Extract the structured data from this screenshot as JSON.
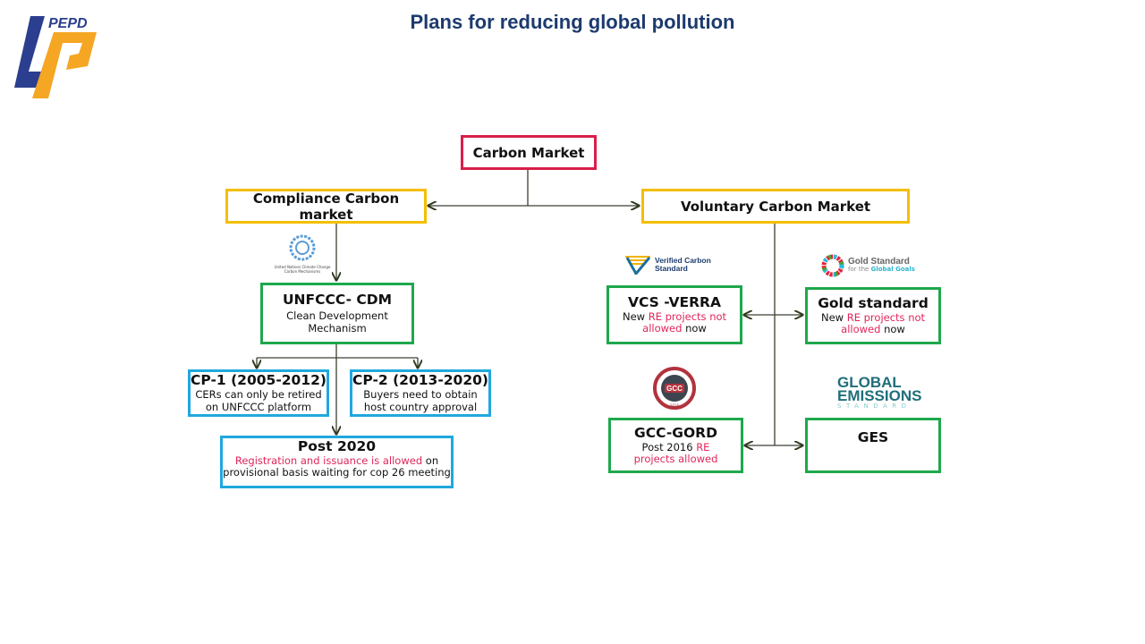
{
  "title": "Plans for reducing global pollution",
  "logo": {
    "text": "PEPD",
    "colors": {
      "blue": "#2b3e8f",
      "orange": "#f5a623"
    }
  },
  "colors": {
    "red": "#d81f48",
    "yellow": "#f5be00",
    "green": "#1ea84c",
    "blue": "#20a8de",
    "highlight": "#e0265a",
    "title": "#1c3a6e"
  },
  "nodes": {
    "carbon_market": "Carbon Market",
    "compliance": "Compliance  Carbon market",
    "voluntary": "Voluntary Carbon Market",
    "unfccc": {
      "title": "UNFCCC- CDM",
      "sub": "Clean Development Mechanism"
    },
    "cp1": {
      "title": "CP-1  (2005-2012)",
      "sub": "CERs can only be retired on UNFCCC platform"
    },
    "cp2": {
      "title": "CP-2 (2013-2020)",
      "sub": "Buyers need to obtain host country approval"
    },
    "post2020": {
      "title": "Post 2020",
      "highlight": "Registration and issuance is allowed",
      "rest": " on provisional basis waiting for cop 26 meeting"
    },
    "vcs": {
      "title": "VCS -VERRA",
      "pre": "New ",
      "highlight": "RE projects not allowed",
      "post": " now"
    },
    "gold": {
      "title": "Gold standard",
      "pre": "New ",
      "highlight": "RE projects not allowed",
      "post": " now"
    },
    "gcc": {
      "title": "GCC-GORD",
      "pre": "Post 2016 ",
      "highlight": "RE projects allowed",
      "post": ""
    },
    "ges": {
      "title": "GES"
    }
  },
  "logos": {
    "un": "United Nations Climate Change Carbon Mechanisms",
    "verified": "Verified Carbon Standard",
    "gold_standard": {
      "line1": "Gold Standard",
      "line2a": "for the ",
      "line2b": "Global Goals"
    },
    "gcc": {
      "text": "GCC",
      "year": "2016"
    },
    "ges": {
      "line1": "GLOBAL",
      "line2": "EMISSIONS",
      "line3": "STANDARD"
    }
  }
}
